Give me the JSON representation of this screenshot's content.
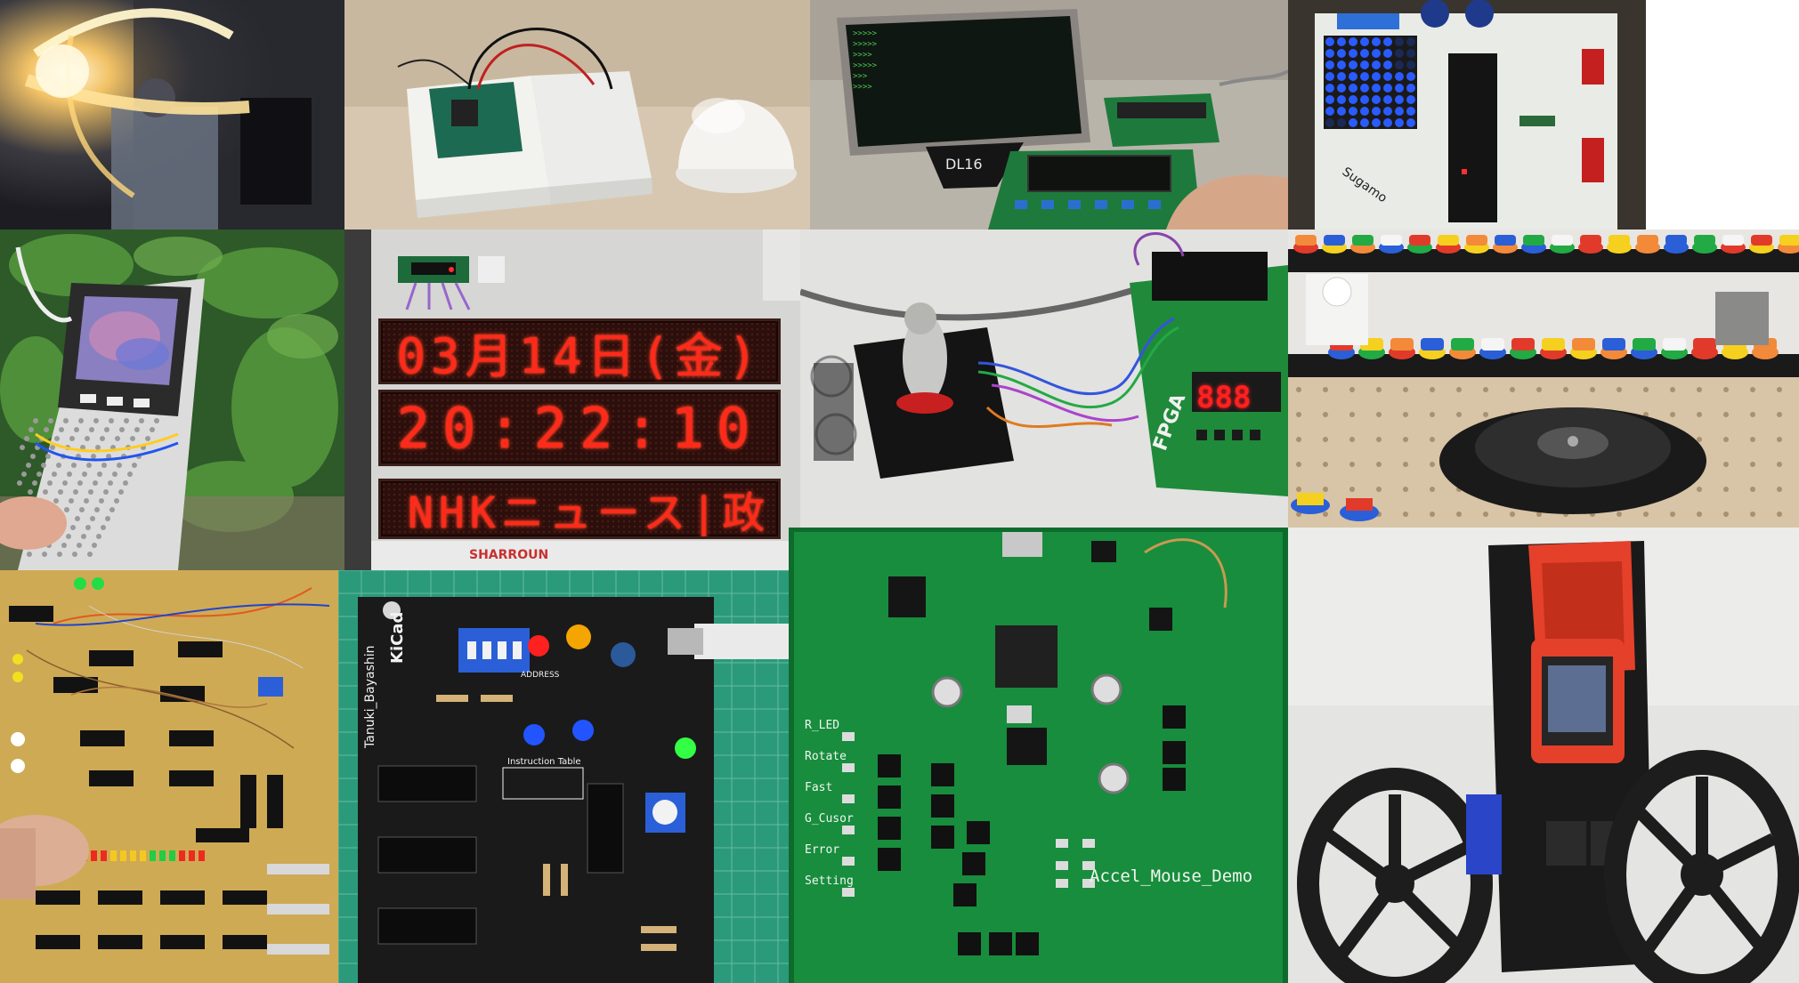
{
  "led_sign": {
    "date_line": "03月14日(金)",
    "time_line": "20:22:10",
    "news_line": "NHKニュース|政"
  },
  "pcb_board": {
    "title": "Accel_Mouse_Demo",
    "labels": [
      "R_LED",
      "Rotate",
      "Fast",
      "G_Cusor",
      "Error",
      "Setting"
    ]
  },
  "kicad_board": {
    "logo": "KiCad",
    "author": "Tanuki_Bayashin",
    "address_label": "ADDRESS",
    "table_title": "Instruction Table"
  },
  "monitor_label": "DL16",
  "fpga_label": "FPGA",
  "fpga_display": "888",
  "shield_label": "Sugamo",
  "colors": {
    "led_red": "#ff2a1a",
    "pcb_green": "#1f8a3a",
    "matrix_blue": "#2a5bff"
  }
}
